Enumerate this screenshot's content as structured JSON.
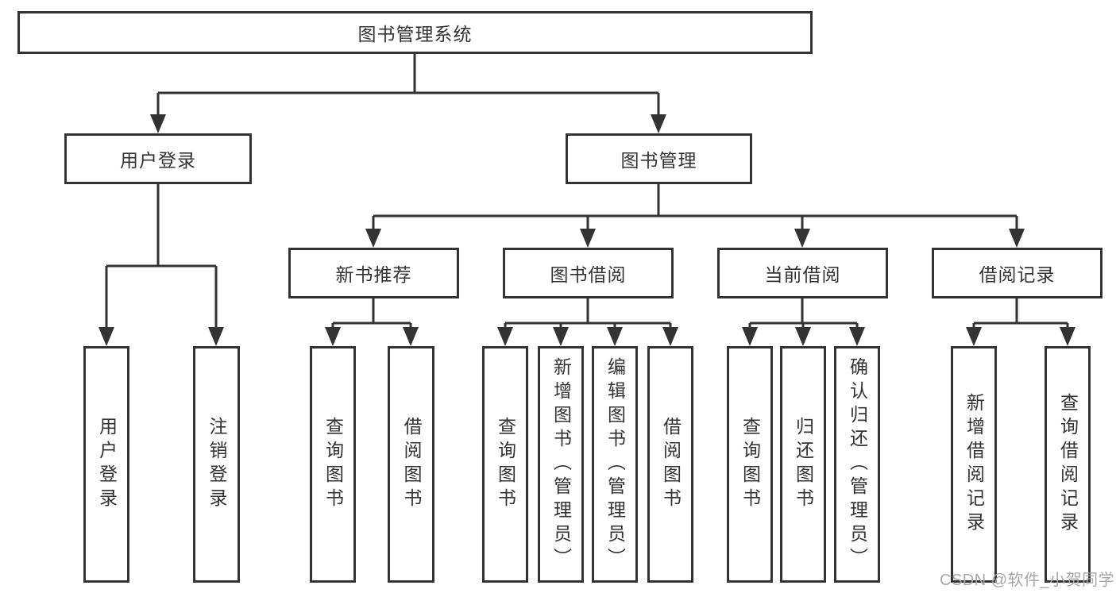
{
  "tree": {
    "root": {
      "label": "图书管理系统",
      "children": [
        {
          "label": "用户登录",
          "children": [
            {
              "label": "用户登录"
            },
            {
              "label": "注销登录"
            }
          ]
        },
        {
          "label": "图书管理",
          "children": [
            {
              "label": "新书推荐",
              "children": [
                {
                  "label": "查询图书"
                },
                {
                  "label": "借阅图书"
                }
              ]
            },
            {
              "label": "图书借阅",
              "children": [
                {
                  "label": "查询图书"
                },
                {
                  "label": "新增图书（管理员）"
                },
                {
                  "label": "编辑图书（管理员）"
                },
                {
                  "label": "借阅图书"
                }
              ]
            },
            {
              "label": "当前借阅",
              "children": [
                {
                  "label": "查询图书"
                },
                {
                  "label": "归还图书"
                },
                {
                  "label": "确认归还（管理员）"
                }
              ]
            },
            {
              "label": "借阅记录",
              "children": [
                {
                  "label": "新增借阅记录"
                },
                {
                  "label": "查询借阅记录"
                }
              ]
            }
          ]
        }
      ]
    }
  },
  "watermark": {
    "text": "CSDN @软件_小贺同学"
  },
  "colors": {
    "line": "#333333",
    "text": "#333333",
    "box_background": "#ffffff",
    "watermark": "#a8a8a8"
  }
}
